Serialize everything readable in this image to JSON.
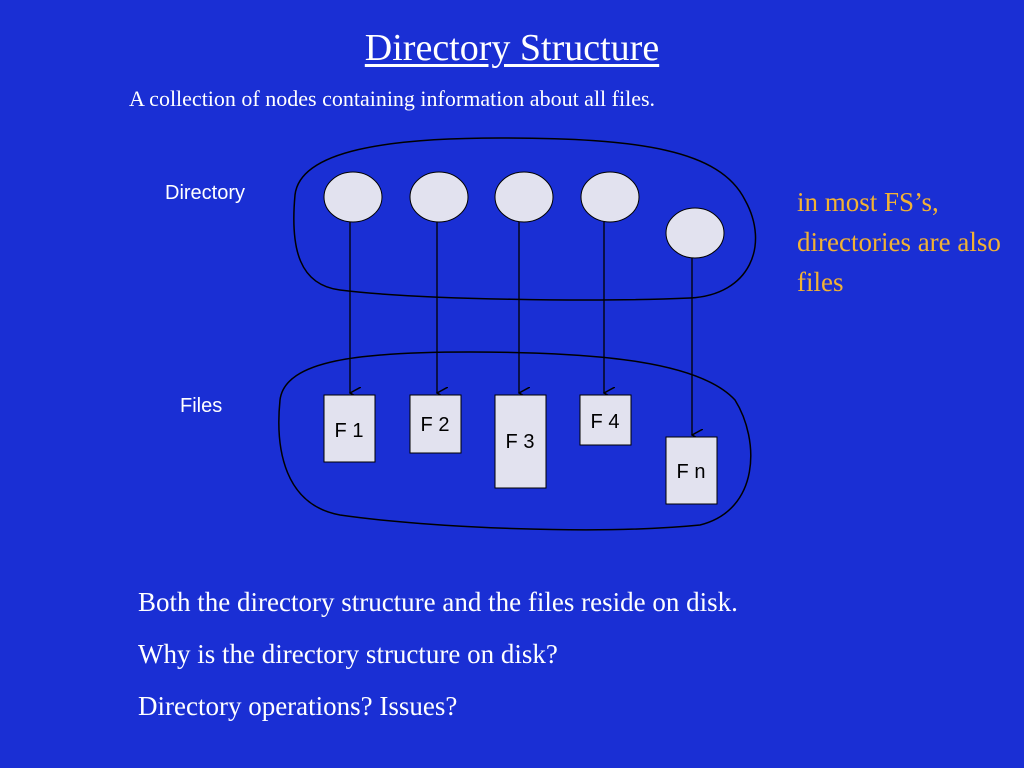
{
  "slide": {
    "title": "Directory Structure",
    "subtitle": "A collection of nodes containing information about all files.",
    "directory_label": "Directory",
    "files_label": "Files",
    "side_note": "in most FS’s, directories are also files",
    "file_boxes": [
      "F 1",
      "F 2",
      "F 3",
      "F 4",
      "F n"
    ],
    "bullets": [
      "Both the directory structure and the files reside on disk.",
      "Why is the directory structure on disk?",
      "Directory operations? Issues?"
    ]
  },
  "colors": {
    "background": "#1a2fd4",
    "note_text": "#f2b233",
    "node_fill": "#e2e2ef"
  }
}
